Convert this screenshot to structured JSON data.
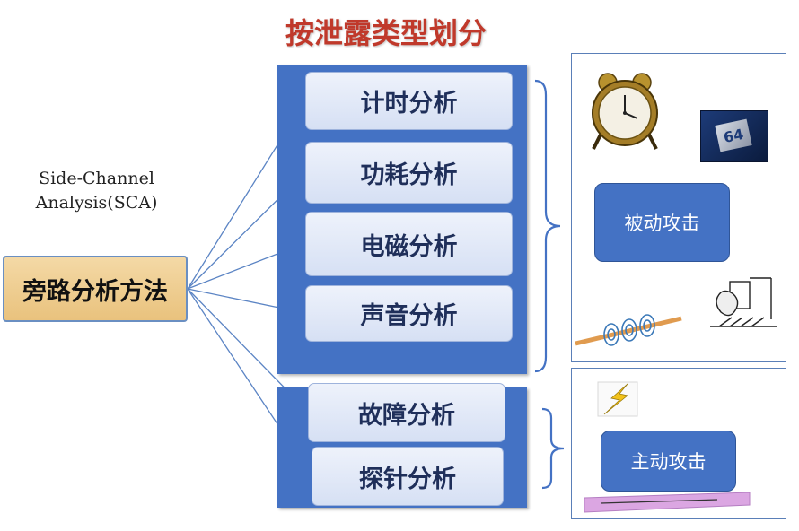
{
  "title": "按泄露类型划分",
  "sca_label": {
    "line1": "Side-Channel",
    "line2": "Analysis(SCA)"
  },
  "root": "旁路分析方法",
  "passive_methods": [
    "计时分析",
    "功耗分析",
    "电磁分析",
    "声音分析"
  ],
  "active_methods": [
    "故障分析",
    "探针分析"
  ],
  "passive_attack": "被动攻击",
  "active_attack": "主动攻击",
  "icons": [
    "alarm-clock-icon",
    "amd-chip-icon",
    "em-coil-icon",
    "ear-listening-icon",
    "lightning-icon",
    "probe-needle-icon"
  ],
  "chip_label": "64",
  "colors": {
    "accent": "#4472c4",
    "title": "#c0392b",
    "root_fill": "#f4d9a6"
  }
}
